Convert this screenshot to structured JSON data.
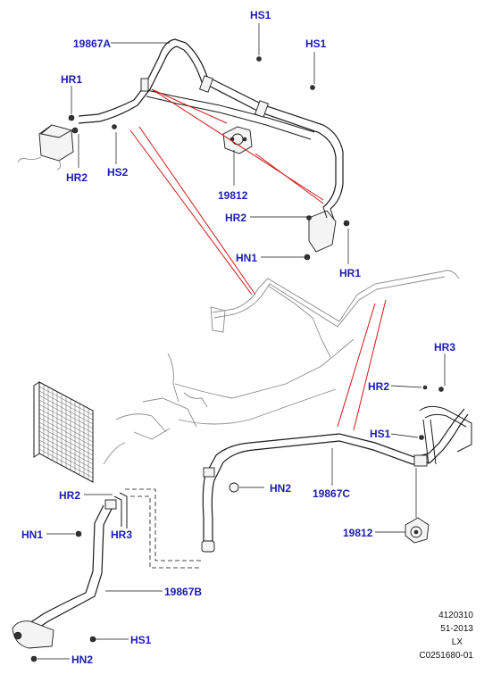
{
  "callouts": {
    "hs1_top": "HS1",
    "hs1_right": "HS1",
    "pipe_19867a": "19867A",
    "hr1_left": "HR1",
    "hr2_left": "HR2",
    "hs2": "HS2",
    "bracket_19812_top": "19812",
    "hr2_mid": "HR2",
    "hn1_mid": "HN1",
    "hr1_mid": "HR1",
    "hr3_right": "HR3",
    "hr2_right": "HR2",
    "hs1_mid_right": "HS1",
    "hn2_center": "HN2",
    "pipe_19867c": "19867C",
    "bracket_19812_bottom": "19812",
    "hr2_bottom_left": "HR2",
    "hn1_bottom_left": "HN1",
    "hr3_bottom_left": "HR3",
    "pipe_19867b": "19867B",
    "hs1_bottom": "HS1",
    "hn2_bottom": "HN2"
  },
  "reference": {
    "line1": "4120310",
    "line2": "51-2013",
    "line3": "LX",
    "line4": "C0251680-01"
  },
  "colors": {
    "callout_text": "#1c1cb4",
    "highlight_lines": "#d01818",
    "linework": "#1a1a1a"
  }
}
